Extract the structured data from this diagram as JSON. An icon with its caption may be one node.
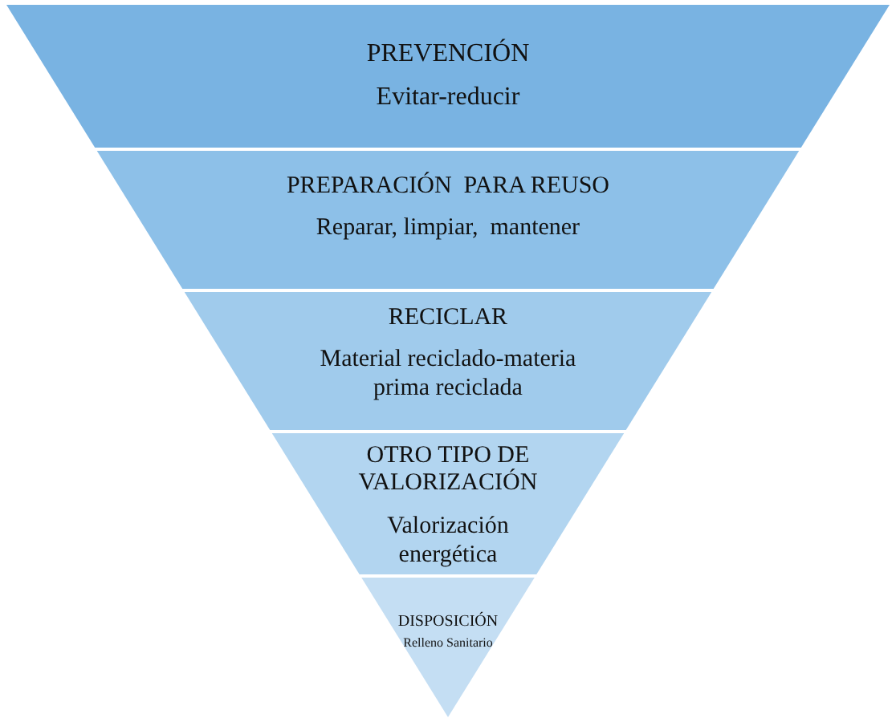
{
  "diagram": {
    "nodes": [
      {
        "text": [
          "PREVENCIÓN",
          "Evitar-reducir"
        ]
      },
      {
        "text": [
          "PREPARACIÓN  PARA REUSO",
          "Reparar, limpiar,  mantener"
        ]
      },
      {
        "text": [
          "RECICLAR",
          "Material reciclado-materia prima reciclada"
        ]
      },
      {
        "text": [
          "OTRO TIPO DE VALORIZACIÓN",
          "Valorización energética"
        ]
      },
      {
        "text": [
          "DISPOSICIÓN",
          "Relleno Sanitario"
        ]
      }
    ]
  }
}
